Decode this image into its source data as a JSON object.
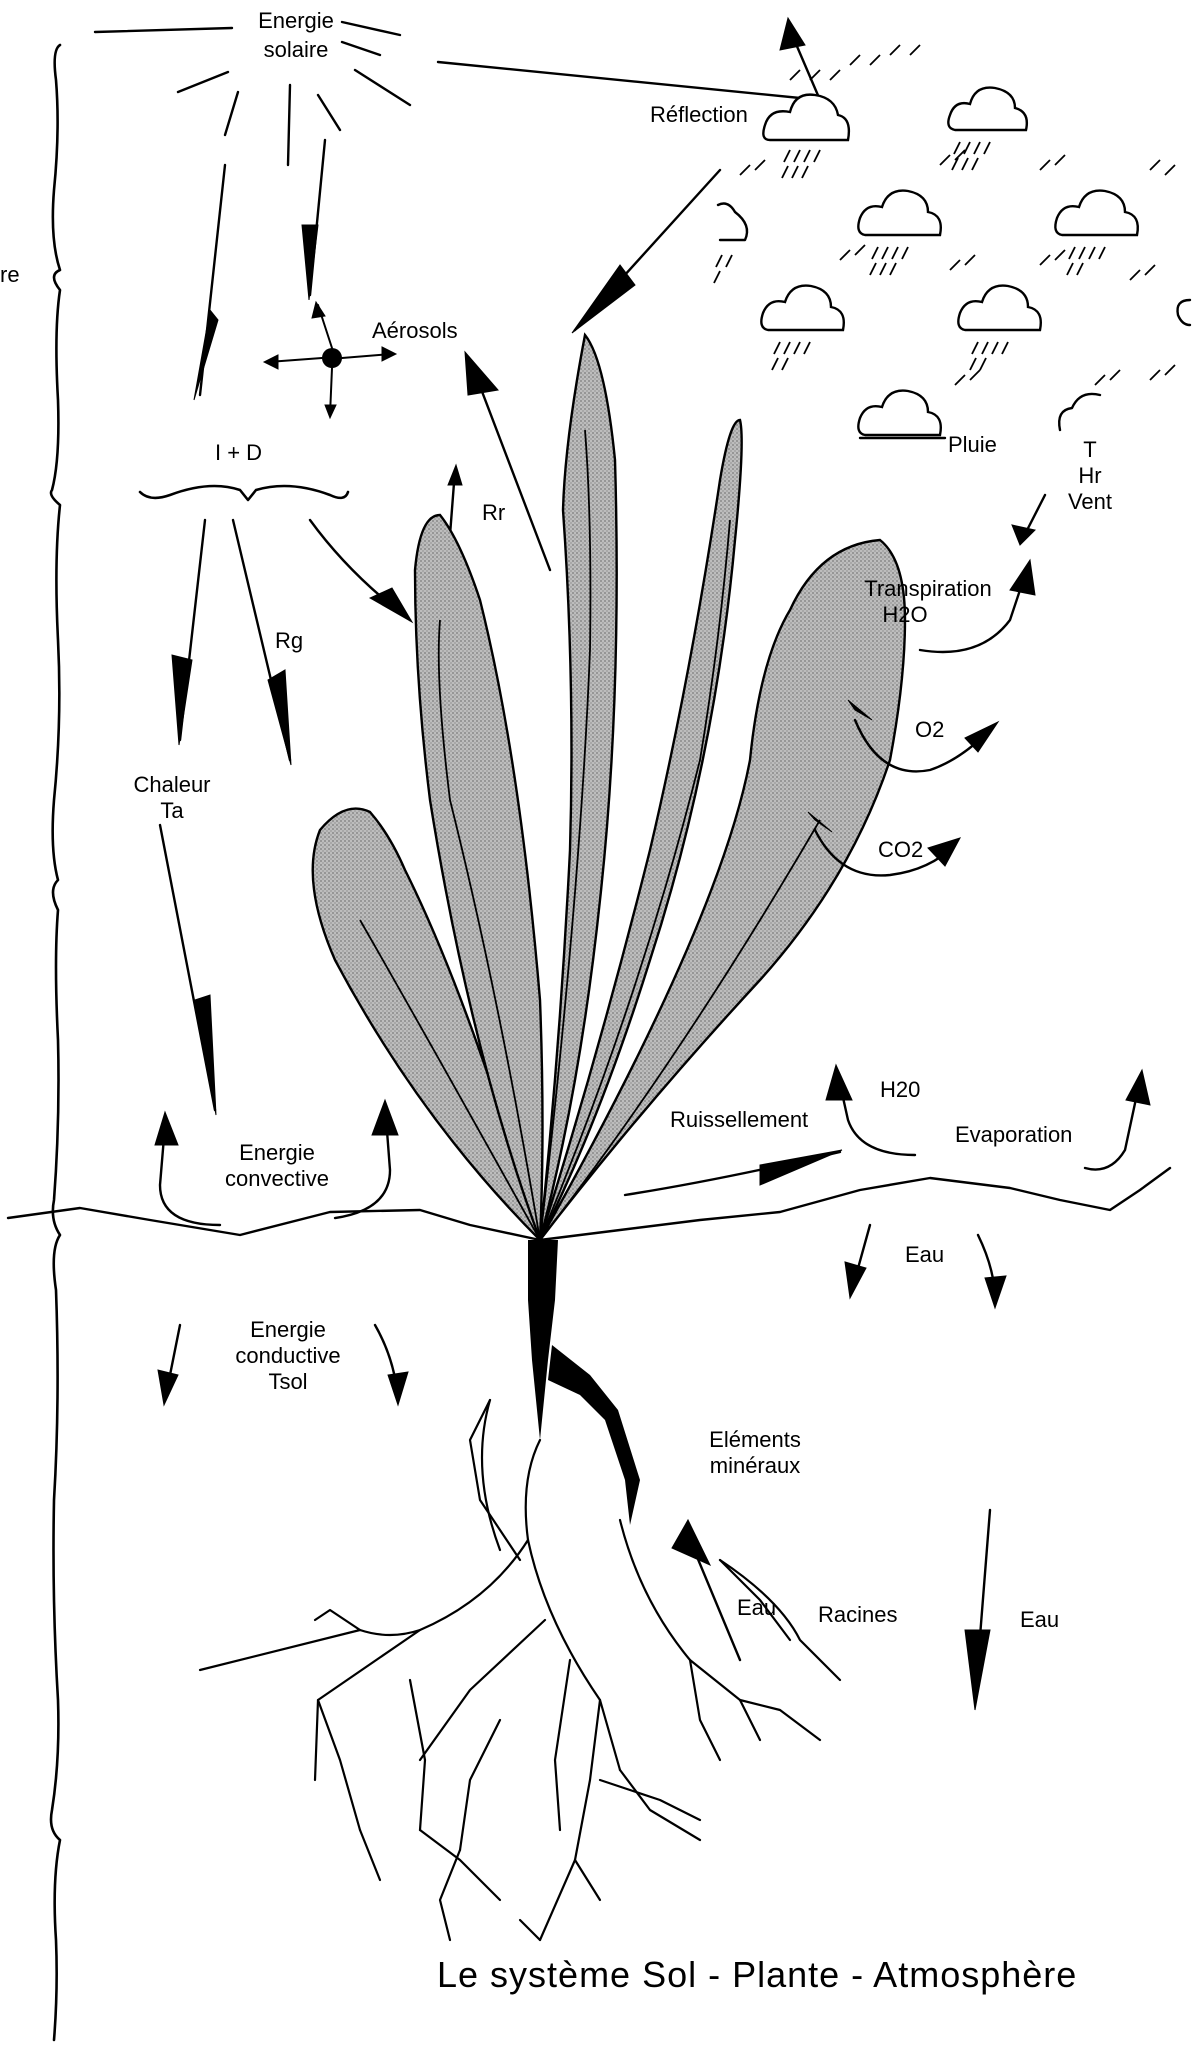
{
  "labels": {
    "energie_solaire": [
      "Energie",
      "solaire"
    ],
    "reflection": "Réflection",
    "aerosols": "Aérosols",
    "i_d": "I  +  D",
    "rr": "Rr",
    "rg": "Rg",
    "pluie": "Pluie",
    "meteo": [
      "T",
      "Hr",
      "Vent"
    ],
    "transpiration": [
      "Transpiration",
      "H2O"
    ],
    "o2": "O2",
    "co2": "CO2",
    "chaleur": [
      "Chaleur",
      "Ta"
    ],
    "energie_convective": [
      "Energie",
      "convective"
    ],
    "ruissellement": "Ruissellement",
    "h20": "H20",
    "evaporation": "Evaporation",
    "eau_surface": "Eau",
    "energie_conductive": [
      "Energie",
      "conductive",
      "Tsol"
    ],
    "elements_mineraux": [
      "Eléments",
      "minéraux"
    ],
    "eau_racine": "Eau",
    "racines": "Racines",
    "eau_profonde": "Eau",
    "left_margin_fragment": "re",
    "title": "Le système Sol - Plante - Atmosphère"
  },
  "colors": {
    "ink": "#000000",
    "leaf_fill": "#c8c8c8",
    "background": "#ffffff"
  }
}
